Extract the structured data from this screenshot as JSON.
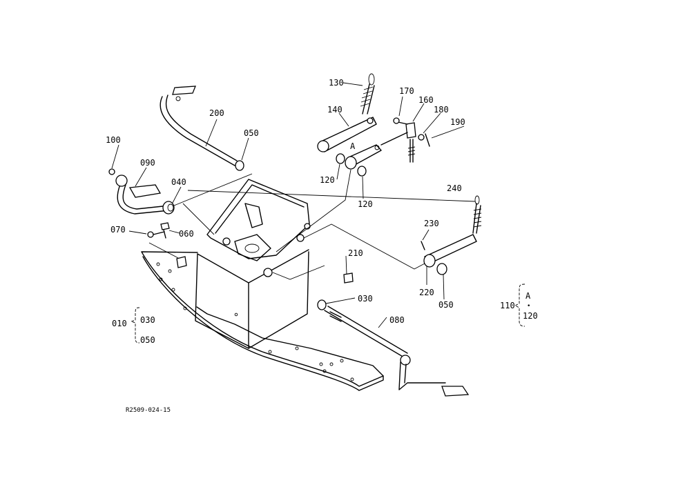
{
  "parts": {
    "p010": "010",
    "p030": "030",
    "p050": "050",
    "p030b": "030",
    "p040": "040",
    "p050b": "050",
    "p050c": "050",
    "p060": "060",
    "p070": "070",
    "p080": "080",
    "p090": "090",
    "p100": "100",
    "p110": "110",
    "p120a": "120",
    "p120b": "120",
    "p120c": "120",
    "p130": "130",
    "p140": "140",
    "p160": "160",
    "p170": "170",
    "p180": "180",
    "p190": "190",
    "p200": "200",
    "p210": "210",
    "p220": "220",
    "p230": "230",
    "p240": "240"
  },
  "markers": {
    "a_detail": "A",
    "a_legend": "A",
    "dot": "•"
  },
  "drawing_number": "R2509-024-15"
}
